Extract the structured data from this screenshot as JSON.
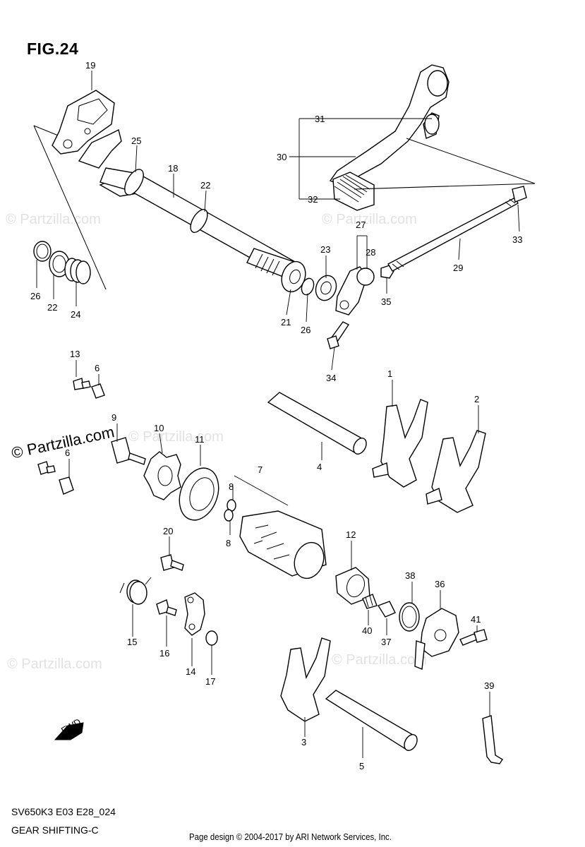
{
  "figure": "FIG.24",
  "diagram_code": "SV650K3 E03 E28_024",
  "diagram_title": "GEAR SHIFTING-C",
  "credit": "Page design © 2004-2017 by ARI Network Services, Inc.",
  "watermark_main": "© Partzilla.com",
  "watermark_faint": "© Partzilla.com",
  "fwd_label": "FWD",
  "callouts": [
    "19",
    "25",
    "18",
    "22",
    "31",
    "30",
    "32",
    "33",
    "27",
    "28",
    "29",
    "23",
    "35",
    "26",
    "22",
    "24",
    "21",
    "26",
    "34",
    "13",
    "6",
    "1",
    "2",
    "9",
    "10",
    "11",
    "4",
    "6",
    "7",
    "8",
    "8",
    "20",
    "12",
    "38",
    "36",
    "15",
    "16",
    "14",
    "17",
    "40",
    "37",
    "41",
    "39",
    "3",
    "5"
  ]
}
